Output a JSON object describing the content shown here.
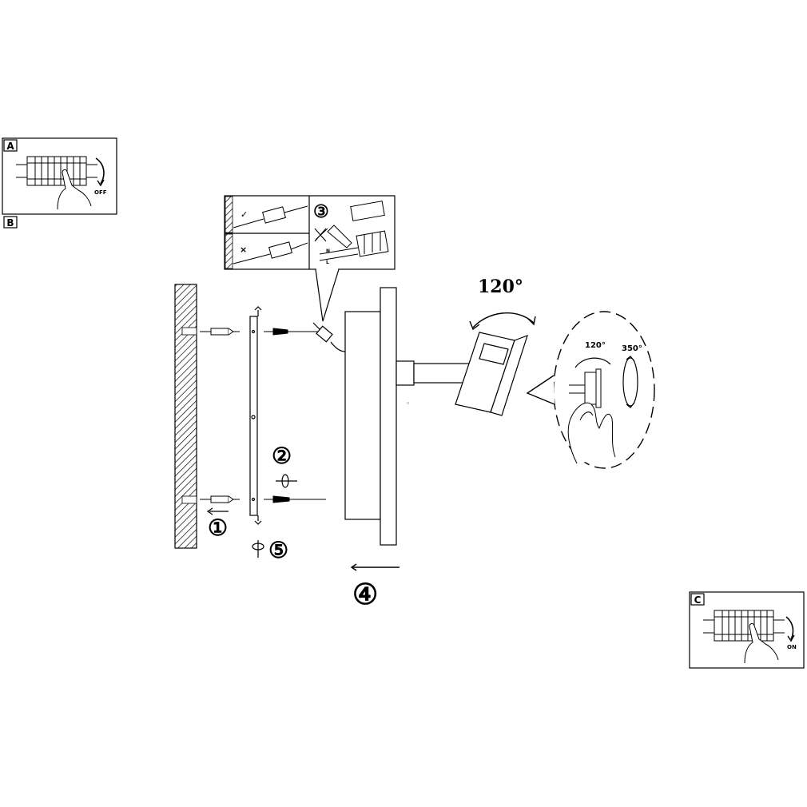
{
  "panels": {
    "a": {
      "tag": "A",
      "switch_label": "OFF"
    },
    "b": {
      "tag": "B"
    },
    "c": {
      "tag": "C",
      "switch_label": "ON"
    }
  },
  "wiring_inset": {
    "correct_mark": "✓",
    "wrong_mark": "×",
    "step": "③",
    "neutral": "N",
    "live": "L"
  },
  "steps": {
    "drill": "①",
    "fix_plate": "②",
    "mount": "④",
    "tighten": "⑤"
  },
  "rotation": {
    "tilt": "120°",
    "detail_tilt": "120°",
    "detail_turn": "350°"
  },
  "colors": {
    "line": "#000000",
    "hatch": "#000000",
    "background": "#ffffff"
  }
}
